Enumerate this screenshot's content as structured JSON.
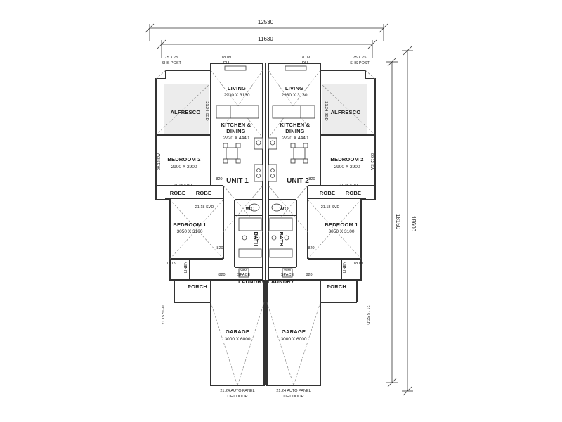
{
  "dimensions": {
    "overall_width": "12530",
    "inner_width": "11630",
    "depth_inner": "18150",
    "depth_overall": "18600"
  },
  "units": [
    {
      "name": "UNIT 1",
      "post": [
        "75 X 75",
        "SHS POST"
      ],
      "dh": [
        "18.09",
        "DH"
      ],
      "alfresco": "ALFRESCO",
      "living": {
        "label": "LIVING",
        "size": "2930 X 3130"
      },
      "kitchen": {
        "label": [
          "KITCHEN &",
          "DINING"
        ],
        "size": "2720 X 4440"
      },
      "bed2": {
        "label": "BEDROOM 2",
        "size": "2900 X 2900"
      },
      "bed1": {
        "label": "BEDROOM 1",
        "size": "3050 X 3100"
      },
      "robe": "ROBE",
      "wc": "WC",
      "bath": "BATH",
      "laundry": "LAUNDRY",
      "linen": "LINEN",
      "porch": "PORCH",
      "garage": {
        "label": "GARAGE",
        "size": "3000 X 6000"
      },
      "garage_door": [
        "21.24 AUTO PANEL",
        "LIFT DOOR"
      ],
      "window_notes": {
        "alfresco_sgd": "21.24 SGD",
        "bed2_sw": "09.12 SW",
        "robe_svd": "21.15 SVD",
        "bed1_svd": "21.18 SVD",
        "bed1_dh": "18.09",
        "door_820": "820",
        "porch_sgd": "21.15 SGD",
        "wm": [
          "WM",
          "SPACE"
        ]
      }
    },
    {
      "name": "UNIT 2",
      "post": [
        "75 X 75",
        "SHS POST"
      ],
      "dh": [
        "18.09",
        "DH"
      ],
      "alfresco": "ALFRESCO",
      "living": {
        "label": "LIVING",
        "size": "2930 X 3130"
      },
      "kitchen": {
        "label": [
          "KITCHEN &",
          "DINING"
        ],
        "size": "2720 X 4440"
      },
      "bed2": {
        "label": "BEDROOM 2",
        "size": "2900 X 2900"
      },
      "bed1": {
        "label": "BEDROOM 1",
        "size": "3050 X 3100"
      },
      "robe": "ROBE",
      "wc": "WC",
      "bath": "BATH",
      "laundry": "LAUNDRY",
      "linen": "LINEN",
      "porch": "PORCH",
      "garage": {
        "label": "GARAGE",
        "size": "3000 X 6000"
      },
      "garage_door": [
        "21.24 AUTO PANEL",
        "LIFT DOOR"
      ],
      "window_notes": {
        "alfresco_sgd": "21.24 SGD",
        "bed2_sw": "09.12 SW",
        "robe_svd": "21.15 SVD",
        "bed1_svd": "21.18 SVD",
        "bed1_dh": "18.09",
        "door_820": "820",
        "porch_sgd": "21.15 SGD",
        "wm": [
          "WM",
          "SPACE"
        ]
      }
    }
  ]
}
